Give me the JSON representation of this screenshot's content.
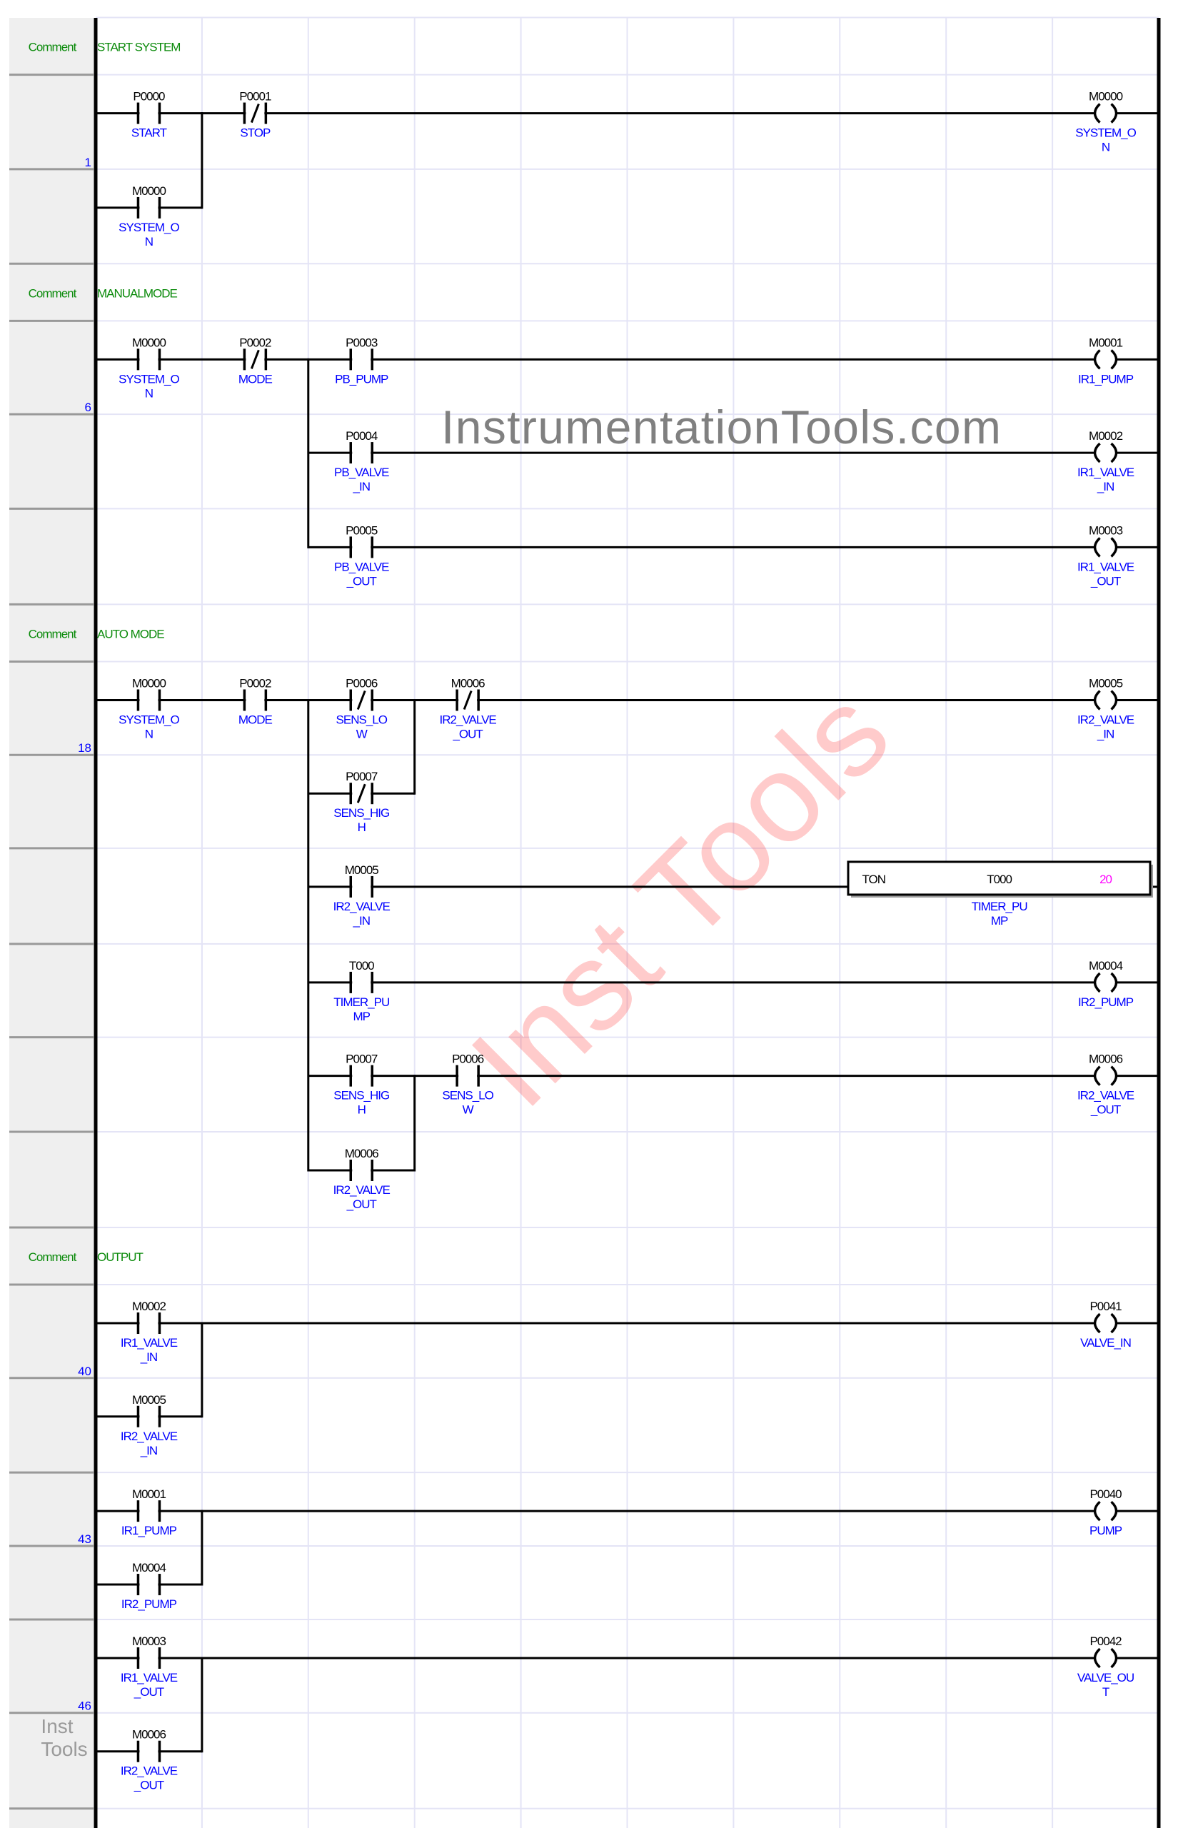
{
  "watermarks": {
    "site": "InstrumentationTools.com",
    "diagonal": "Inst Tools",
    "corner": [
      "Inst",
      "Tools"
    ]
  },
  "colors": {
    "address": "#000000",
    "label": "#0000ff",
    "comment": "#0a8a0a",
    "preset": "#ff00ff",
    "grid": "#e4e4f6",
    "gutter": "#efefef"
  },
  "comments": [
    {
      "label": "Comment",
      "text": "START SYSTEM"
    },
    {
      "label": "Comment",
      "text": "MANUALMODE"
    },
    {
      "label": "Comment",
      "text": "AUTO MODE"
    },
    {
      "label": "Comment",
      "text": "OUTPUT"
    }
  ],
  "rungs": [
    {
      "number": "1",
      "contacts": [
        {
          "type": "NO",
          "addr": "P0000",
          "label": [
            "START"
          ]
        },
        {
          "type": "NC",
          "addr": "P0001",
          "label": [
            "STOP"
          ]
        },
        {
          "type": "NO",
          "addr": "M0000",
          "label": [
            "SYSTEM_O",
            "N"
          ]
        }
      ],
      "coils": [
        {
          "addr": "M0000",
          "label": [
            "SYSTEM_O",
            "N"
          ]
        }
      ]
    },
    {
      "number": "6",
      "contacts": [
        {
          "type": "NO",
          "addr": "M0000",
          "label": [
            "SYSTEM_O",
            "N"
          ]
        },
        {
          "type": "NC",
          "addr": "P0002",
          "label": [
            "MODE"
          ]
        },
        {
          "type": "NO",
          "addr": "P0003",
          "label": [
            "PB_PUMP"
          ]
        },
        {
          "type": "NO",
          "addr": "P0004",
          "label": [
            "PB_VALVE",
            "_IN"
          ]
        },
        {
          "type": "NO",
          "addr": "P0005",
          "label": [
            "PB_VALVE",
            "_OUT"
          ]
        }
      ],
      "coils": [
        {
          "addr": "M0001",
          "label": [
            "IR1_PUMP"
          ]
        },
        {
          "addr": "M0002",
          "label": [
            "IR1_VALVE",
            "_IN"
          ]
        },
        {
          "addr": "M0003",
          "label": [
            "IR1_VALVE",
            "_OUT"
          ]
        }
      ]
    },
    {
      "number": "18",
      "contacts": [
        {
          "type": "NO",
          "addr": "M0000",
          "label": [
            "SYSTEM_O",
            "N"
          ]
        },
        {
          "type": "NO",
          "addr": "P0002",
          "label": [
            "MODE"
          ]
        },
        {
          "type": "NC",
          "addr": "P0006",
          "label": [
            "SENS_LO",
            "W"
          ]
        },
        {
          "type": "NC",
          "addr": "M0006",
          "label": [
            "IR2_VALVE",
            "_OUT"
          ]
        },
        {
          "type": "NC",
          "addr": "P0007",
          "label": [
            "SENS_HIG",
            "H"
          ]
        },
        {
          "type": "NO",
          "addr": "M0005",
          "label": [
            "IR2_VALVE",
            "_IN"
          ]
        },
        {
          "type": "NO",
          "addr": "T000",
          "label": [
            "TIMER_PU",
            "MP"
          ]
        },
        {
          "type": "NO",
          "addr": "P0007",
          "label": [
            "SENS_HIG",
            "H"
          ]
        },
        {
          "type": "NO",
          "addr": "P0006",
          "label": [
            "SENS_LO",
            "W"
          ]
        },
        {
          "type": "NO",
          "addr": "M0006",
          "label": [
            "IR2_VALVE",
            "_OUT"
          ]
        }
      ],
      "coils": [
        {
          "addr": "M0005",
          "label": [
            "IR2_VALVE",
            "_IN"
          ]
        },
        {
          "addr": "M0004",
          "label": [
            "IR2_PUMP"
          ]
        },
        {
          "addr": "M0006",
          "label": [
            "IR2_VALVE",
            "_OUT"
          ]
        }
      ],
      "timer": {
        "instruction": "TON",
        "addr": "T000",
        "preset": "20",
        "label": [
          "TIMER_PU",
          "MP"
        ]
      }
    },
    {
      "number": "40",
      "contacts": [
        {
          "type": "NO",
          "addr": "M0002",
          "label": [
            "IR1_VALVE",
            "_IN"
          ]
        },
        {
          "type": "NO",
          "addr": "M0005",
          "label": [
            "IR2_VALVE",
            "_IN"
          ]
        }
      ],
      "coils": [
        {
          "addr": "P0041",
          "label": [
            "VALVE_IN"
          ]
        }
      ]
    },
    {
      "number": "43",
      "contacts": [
        {
          "type": "NO",
          "addr": "M0001",
          "label": [
            "IR1_PUMP"
          ]
        },
        {
          "type": "NO",
          "addr": "M0004",
          "label": [
            "IR2_PUMP"
          ]
        }
      ],
      "coils": [
        {
          "addr": "P0040",
          "label": [
            "PUMP"
          ]
        }
      ]
    },
    {
      "number": "46",
      "contacts": [
        {
          "type": "NO",
          "addr": "M0003",
          "label": [
            "IR1_VALVE",
            "_OUT"
          ]
        },
        {
          "type": "NO",
          "addr": "M0006",
          "label": [
            "IR2_VALVE",
            "_OUT"
          ]
        }
      ],
      "coils": [
        {
          "addr": "P0042",
          "label": [
            "VALVE_OU",
            "T"
          ]
        }
      ]
    }
  ]
}
